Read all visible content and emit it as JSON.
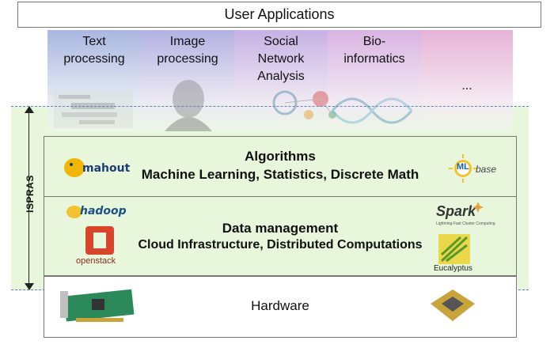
{
  "header": {
    "title": "User Applications"
  },
  "applications": [
    {
      "label": "Text\nprocessing"
    },
    {
      "label": "Image\nprocessing"
    },
    {
      "label": "Social\nNetwork\nAnalysis"
    },
    {
      "label": "Bio-\ninformatics"
    },
    {
      "label": "..."
    }
  ],
  "side": {
    "label": "ISPRAS"
  },
  "layers": {
    "algorithms": {
      "title": "Algorithms",
      "subtitle": "Machine Learning, Statistics, Discrete Math"
    },
    "data": {
      "title": "Data management",
      "subtitle": "Cloud Infrastructure, Distributed Computations"
    },
    "hardware": {
      "title": "Hardware"
    }
  },
  "logos": {
    "mahout": "mahout",
    "mlbase_ml": "ML",
    "mlbase_base": "base",
    "hadoop": "hadoop",
    "openstack": "openstack",
    "spark": "Spark",
    "spark_tagline": "Lightning-Fast Cluster Computing",
    "eucalyptus": "Eucalyptus"
  },
  "colors": {
    "band": "#e8f6dc",
    "dashed": "#5a86c0"
  }
}
